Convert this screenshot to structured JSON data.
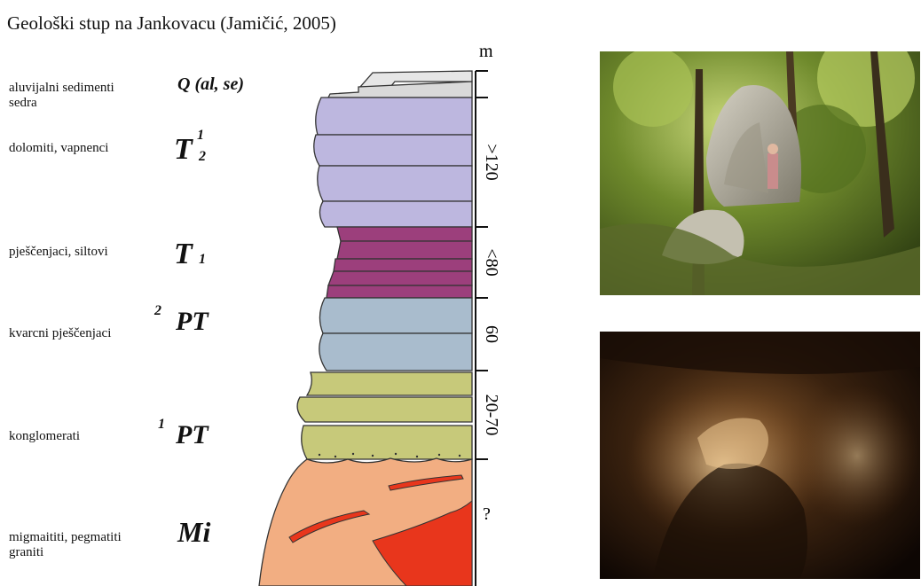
{
  "title": "Geološki stup na Jankovacu (Jamičić, 2005)",
  "scale": {
    "unit": "m",
    "thickness_labels": [
      ">120",
      "<80",
      "60",
      "20-70",
      "?"
    ]
  },
  "units": [
    {
      "description_line1": "aluvijalni sedimenti",
      "description_line2": "sedra",
      "symbol": "Q (al, se)",
      "superscript": "",
      "subscript": "",
      "color": "#d9d9d9"
    },
    {
      "description_line1": "dolomiti, vapnenci",
      "description_line2": "",
      "symbol": "T",
      "superscript": "1",
      "subscript": "2",
      "color": "#bdb7df"
    },
    {
      "description_line1": "pješčenjaci, siltovi",
      "description_line2": "",
      "symbol": "T",
      "superscript": "",
      "subscript": "1",
      "color": "#9c3f7c"
    },
    {
      "description_line1": "kvarcni pješčenjaci",
      "description_line2": "",
      "symbol": "PT",
      "superscript": "2",
      "subscript": "",
      "color": "#a9bccd"
    },
    {
      "description_line1": "konglomerati",
      "description_line2": "",
      "symbol": "PT",
      "superscript": "1",
      "subscript": "",
      "color": "#c7c97a"
    },
    {
      "description_line1": "migmaititi, pegmatiti",
      "description_line2": "graniti",
      "symbol": "Mi",
      "superscript": "",
      "subscript": "",
      "color": "#f2ae82"
    }
  ],
  "granite_color": "#e8361c",
  "photos": [
    {
      "name": "forest-outcrop-photo"
    },
    {
      "name": "cave-interior-photo"
    }
  ]
}
